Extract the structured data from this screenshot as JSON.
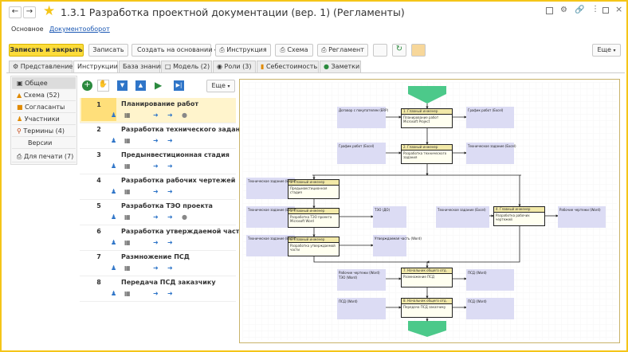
{
  "window": {
    "title": "1.3.1 Разработка проектной документации (вер. 1) (Регламенты)"
  },
  "nav": {
    "main": "Основное",
    "docflow": "Документооборот"
  },
  "toolbar": {
    "save_close": "Записать и закрыть",
    "save": "Записать",
    "create_based": "Создать на основании",
    "instruction": "Инструкция",
    "scheme": "Схема",
    "regulation": "Регламент",
    "more": "Еще"
  },
  "tabs": [
    {
      "label": "Представление"
    },
    {
      "label": "Инструкции"
    },
    {
      "label": "База знаний"
    },
    {
      "label": "Модель (2)"
    },
    {
      "label": "Роли (3)"
    },
    {
      "label": "Себестоимость"
    },
    {
      "label": "Заметки"
    }
  ],
  "sidebar": {
    "items": [
      {
        "label": "Общее"
      },
      {
        "label": "Схема (52)"
      },
      {
        "label": "Согласанты"
      },
      {
        "label": "Участники"
      },
      {
        "label": "Термины (4)"
      },
      {
        "label": "Версии"
      },
      {
        "label": "Для печати (7)"
      }
    ]
  },
  "list": {
    "more": "Еще",
    "rows": [
      {
        "num": "1",
        "title": "Планирование работ"
      },
      {
        "num": "2",
        "title": "Разработка технического задания"
      },
      {
        "num": "3",
        "title": "Предынвестиционная стадия"
      },
      {
        "num": "4",
        "title": "Разработка рабочих чертежей"
      },
      {
        "num": "5",
        "title": "Разработка ТЭО проекта"
      },
      {
        "num": "6",
        "title": "Разработка утверждаемой части"
      },
      {
        "num": "7",
        "title": "Размножение ПСД"
      },
      {
        "num": "8",
        "title": "Передача ПСД заказчику"
      }
    ]
  },
  "diagram": {
    "tasks": [
      {
        "role": "1. Главный инженер",
        "name": "Планирование работ",
        "tool": "Microsoft Project"
      },
      {
        "role": "2. Главный инженер",
        "name": "Разработка технического задания",
        "tool": ""
      },
      {
        "role": "3. Главный инженер",
        "name": "Предынвестиционная стадия",
        "tool": ""
      },
      {
        "role": "4. Главный инженер",
        "name": "Разработка рабочих чертежей",
        "tool": ""
      },
      {
        "role": "5. Главный инженер",
        "name": "Разработка ТЭО проекта",
        "tool": "Microsoft Word"
      },
      {
        "role": "6. Главный инженер",
        "name": "Разработка утверждаемой части",
        "tool": ""
      },
      {
        "role": "7. Начальник общего отд.",
        "name": "Размножение ПСД",
        "tool": ""
      },
      {
        "role": "8. Начальник общего отд.",
        "name": "Передача ПСД заказчику",
        "tool": ""
      }
    ],
    "labels": {
      "contract": "Договор с покупателем (ERP)",
      "schedule_out": "График работ (Excel)",
      "schedule_in": "График работ (Excel)",
      "tz_out": "Техническое задание (Excel)",
      "tz_in3": "Техническое задание (Excel)",
      "tz_in5": "Техническое задание (Excel)",
      "tz_in6": "Техническое задание (Excel)",
      "teo_out": "ТЭО (ДО)",
      "tz_in4": "Техническое задание (Excel)",
      "drawings_out": "Рабочие чертежи (Word)",
      "approved_out": "Утверждаемая часть (Word)",
      "drawings_in7": "Рабочие чертежи (Word)",
      "teo_in7": "ТЭО (Word)",
      "psd_out7": "ПСД (Word)",
      "psd_in8": "ПСД (Word)",
      "psd_out8": "ПСД (Word)"
    }
  },
  "colors": {
    "accent": "#f5c518",
    "primary_button": "#fcdc3a",
    "lane": "#dcdcf4",
    "task_header": "#f2e9a8"
  }
}
